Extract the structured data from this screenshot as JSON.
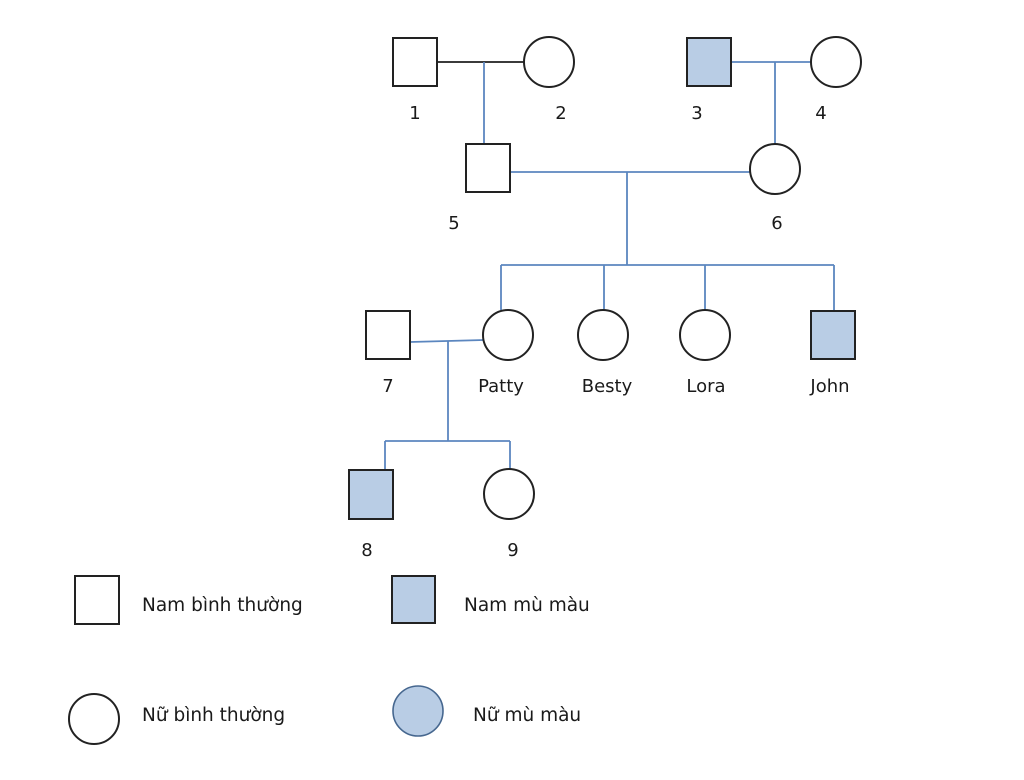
{
  "diagram": {
    "type": "pedigree",
    "trait": "color blindness",
    "colors": {
      "affected_fill": "#b9cde5",
      "normal_fill": "#ffffff",
      "outline": "#222222",
      "connector_blue": "#5b86bf",
      "connector_black": "#1f1f1f"
    },
    "individuals": [
      {
        "id": "1",
        "label": "1",
        "sex": "male",
        "affected": false,
        "generation": 1
      },
      {
        "id": "2",
        "label": "2",
        "sex": "female",
        "affected": false,
        "generation": 1
      },
      {
        "id": "3",
        "label": "3",
        "sex": "male",
        "affected": true,
        "generation": 1
      },
      {
        "id": "4",
        "label": "4",
        "sex": "female",
        "affected": false,
        "generation": 1
      },
      {
        "id": "5",
        "label": "5",
        "sex": "male",
        "affected": false,
        "generation": 2
      },
      {
        "id": "6",
        "label": "6",
        "sex": "female",
        "affected": false,
        "generation": 2
      },
      {
        "id": "7",
        "label": "7",
        "sex": "male",
        "affected": false,
        "generation": 3
      },
      {
        "id": "patty",
        "label": "Patty",
        "sex": "female",
        "affected": false,
        "generation": 3
      },
      {
        "id": "besty",
        "label": "Besty",
        "sex": "female",
        "affected": false,
        "generation": 3
      },
      {
        "id": "lora",
        "label": "Lora",
        "sex": "female",
        "affected": false,
        "generation": 3
      },
      {
        "id": "john",
        "label": "John",
        "sex": "male",
        "affected": true,
        "generation": 3
      },
      {
        "id": "8",
        "label": "8",
        "sex": "male",
        "affected": true,
        "generation": 4
      },
      {
        "id": "9",
        "label": "9",
        "sex": "female",
        "affected": false,
        "generation": 4
      }
    ],
    "couples": [
      {
        "partners": [
          "1",
          "2"
        ],
        "children": [
          "5"
        ]
      },
      {
        "partners": [
          "3",
          "4"
        ],
        "children": [
          "6"
        ]
      },
      {
        "partners": [
          "5",
          "6"
        ],
        "children": [
          "patty",
          "besty",
          "lora",
          "john"
        ]
      },
      {
        "partners": [
          "7",
          "patty"
        ],
        "children": [
          "8",
          "9"
        ]
      }
    ]
  },
  "legend": {
    "items": [
      {
        "symbol": "square",
        "affected": false,
        "label": "Nam bình thường"
      },
      {
        "symbol": "square",
        "affected": true,
        "label": "Nam mù màu"
      },
      {
        "symbol": "circle",
        "affected": false,
        "label": "Nữ bình thường"
      },
      {
        "symbol": "circle",
        "affected": true,
        "label": "Nữ mù màu"
      }
    ]
  }
}
